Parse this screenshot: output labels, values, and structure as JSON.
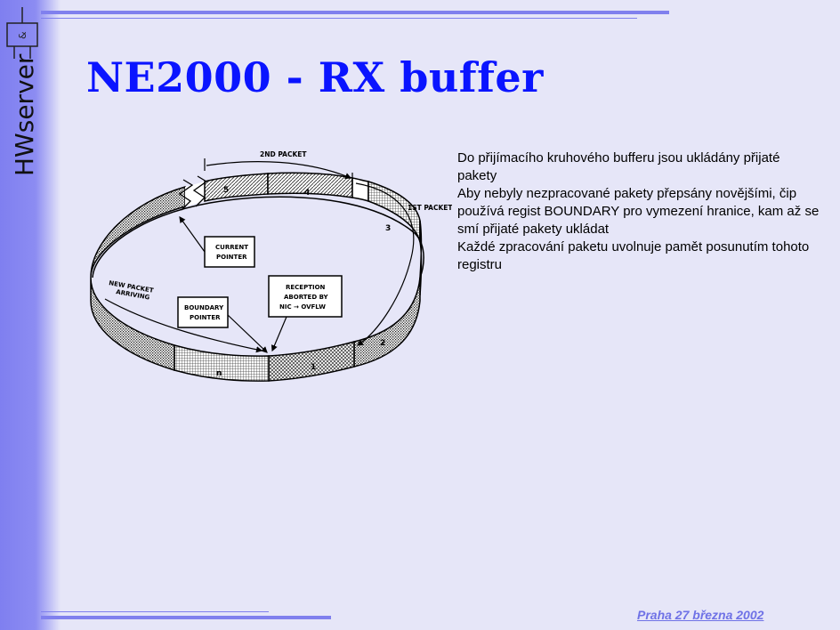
{
  "logo": {
    "text": "HWserver",
    "mark": "&"
  },
  "slide": {
    "title": "NE2000 - RX buffer"
  },
  "diagram": {
    "labels": {
      "second_packet": "2ND PACKET",
      "first_packet": "1ST PACKET",
      "current_pointer_l1": "CURRENT",
      "current_pointer_l2": "POINTER",
      "boundary_pointer_l1": "BOUNDARY",
      "boundary_pointer_l2": "POINTER",
      "reception_l1": "RECEPTION",
      "reception_l2": "ABORTED BY",
      "reception_l3": "NIC → OVFLW",
      "new_packet_l1": "NEW PACKET",
      "new_packet_l2": "ARRIVING"
    },
    "segments": {
      "seg5": "5",
      "seg4": "4",
      "seg3": "3",
      "seg2": "2",
      "seg1": "1",
      "segn": "n"
    }
  },
  "body": {
    "lines": [
      "Do přijímacího kruhového bufferu jsou ukládány přijaté pakety",
      "Aby nebyly nezpracované pakety přepsány novějšími, čip používá regist BOUNDARY pro vymezení hranice, kam až se smí přijaté pakety ukládat",
      "Každé zpracování paketu uvolnuje pamět posunutím tohoto registru"
    ]
  },
  "footer": {
    "text": "Praha 27 března 2002 "
  }
}
